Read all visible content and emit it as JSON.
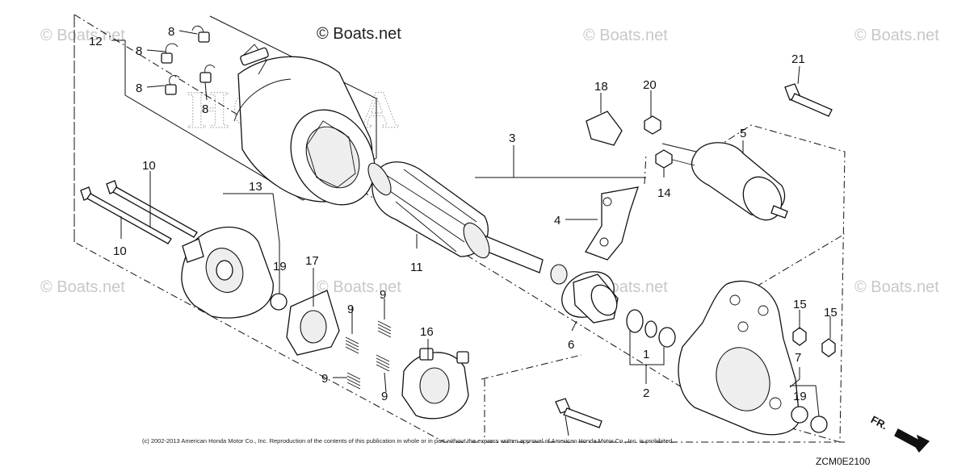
{
  "brand_mark": "© Boats.net",
  "watermarks": [
    "© Boats.net",
    "© Boats.net",
    "© Boats.net",
    "© Boats.net",
    "© Boats.net",
    "© Boats.net",
    "© Boats.net"
  ],
  "logo_text": "HONDA",
  "copyright": "(c) 2002-2013 American Honda Motor Co., Inc. Reproduction of the contents of this publication in whole or in part without the express written approval of American Honda Motor Co., Inc. is prohibited.",
  "diagram_code": "ZCM0E2100",
  "front_label": "FR.",
  "callouts": {
    "c1": "1",
    "c2": "2",
    "c3": "3",
    "c4": "4",
    "c5": "5",
    "c6": "6",
    "c7": "7",
    "c8a": "8",
    "c8b": "8",
    "c8c": "8",
    "c8d": "8",
    "c9a": "9",
    "c9b": "9",
    "c9c": "9",
    "c9d": "9",
    "c10a": "10",
    "c10b": "10",
    "c11": "11",
    "c12": "12",
    "c13": "13",
    "c14": "14",
    "c15a": "15",
    "c15b": "15",
    "c16": "16",
    "c17": "17",
    "c18": "18",
    "c19a": "19",
    "c19b": "19",
    "c20": "20",
    "c21": "21"
  }
}
